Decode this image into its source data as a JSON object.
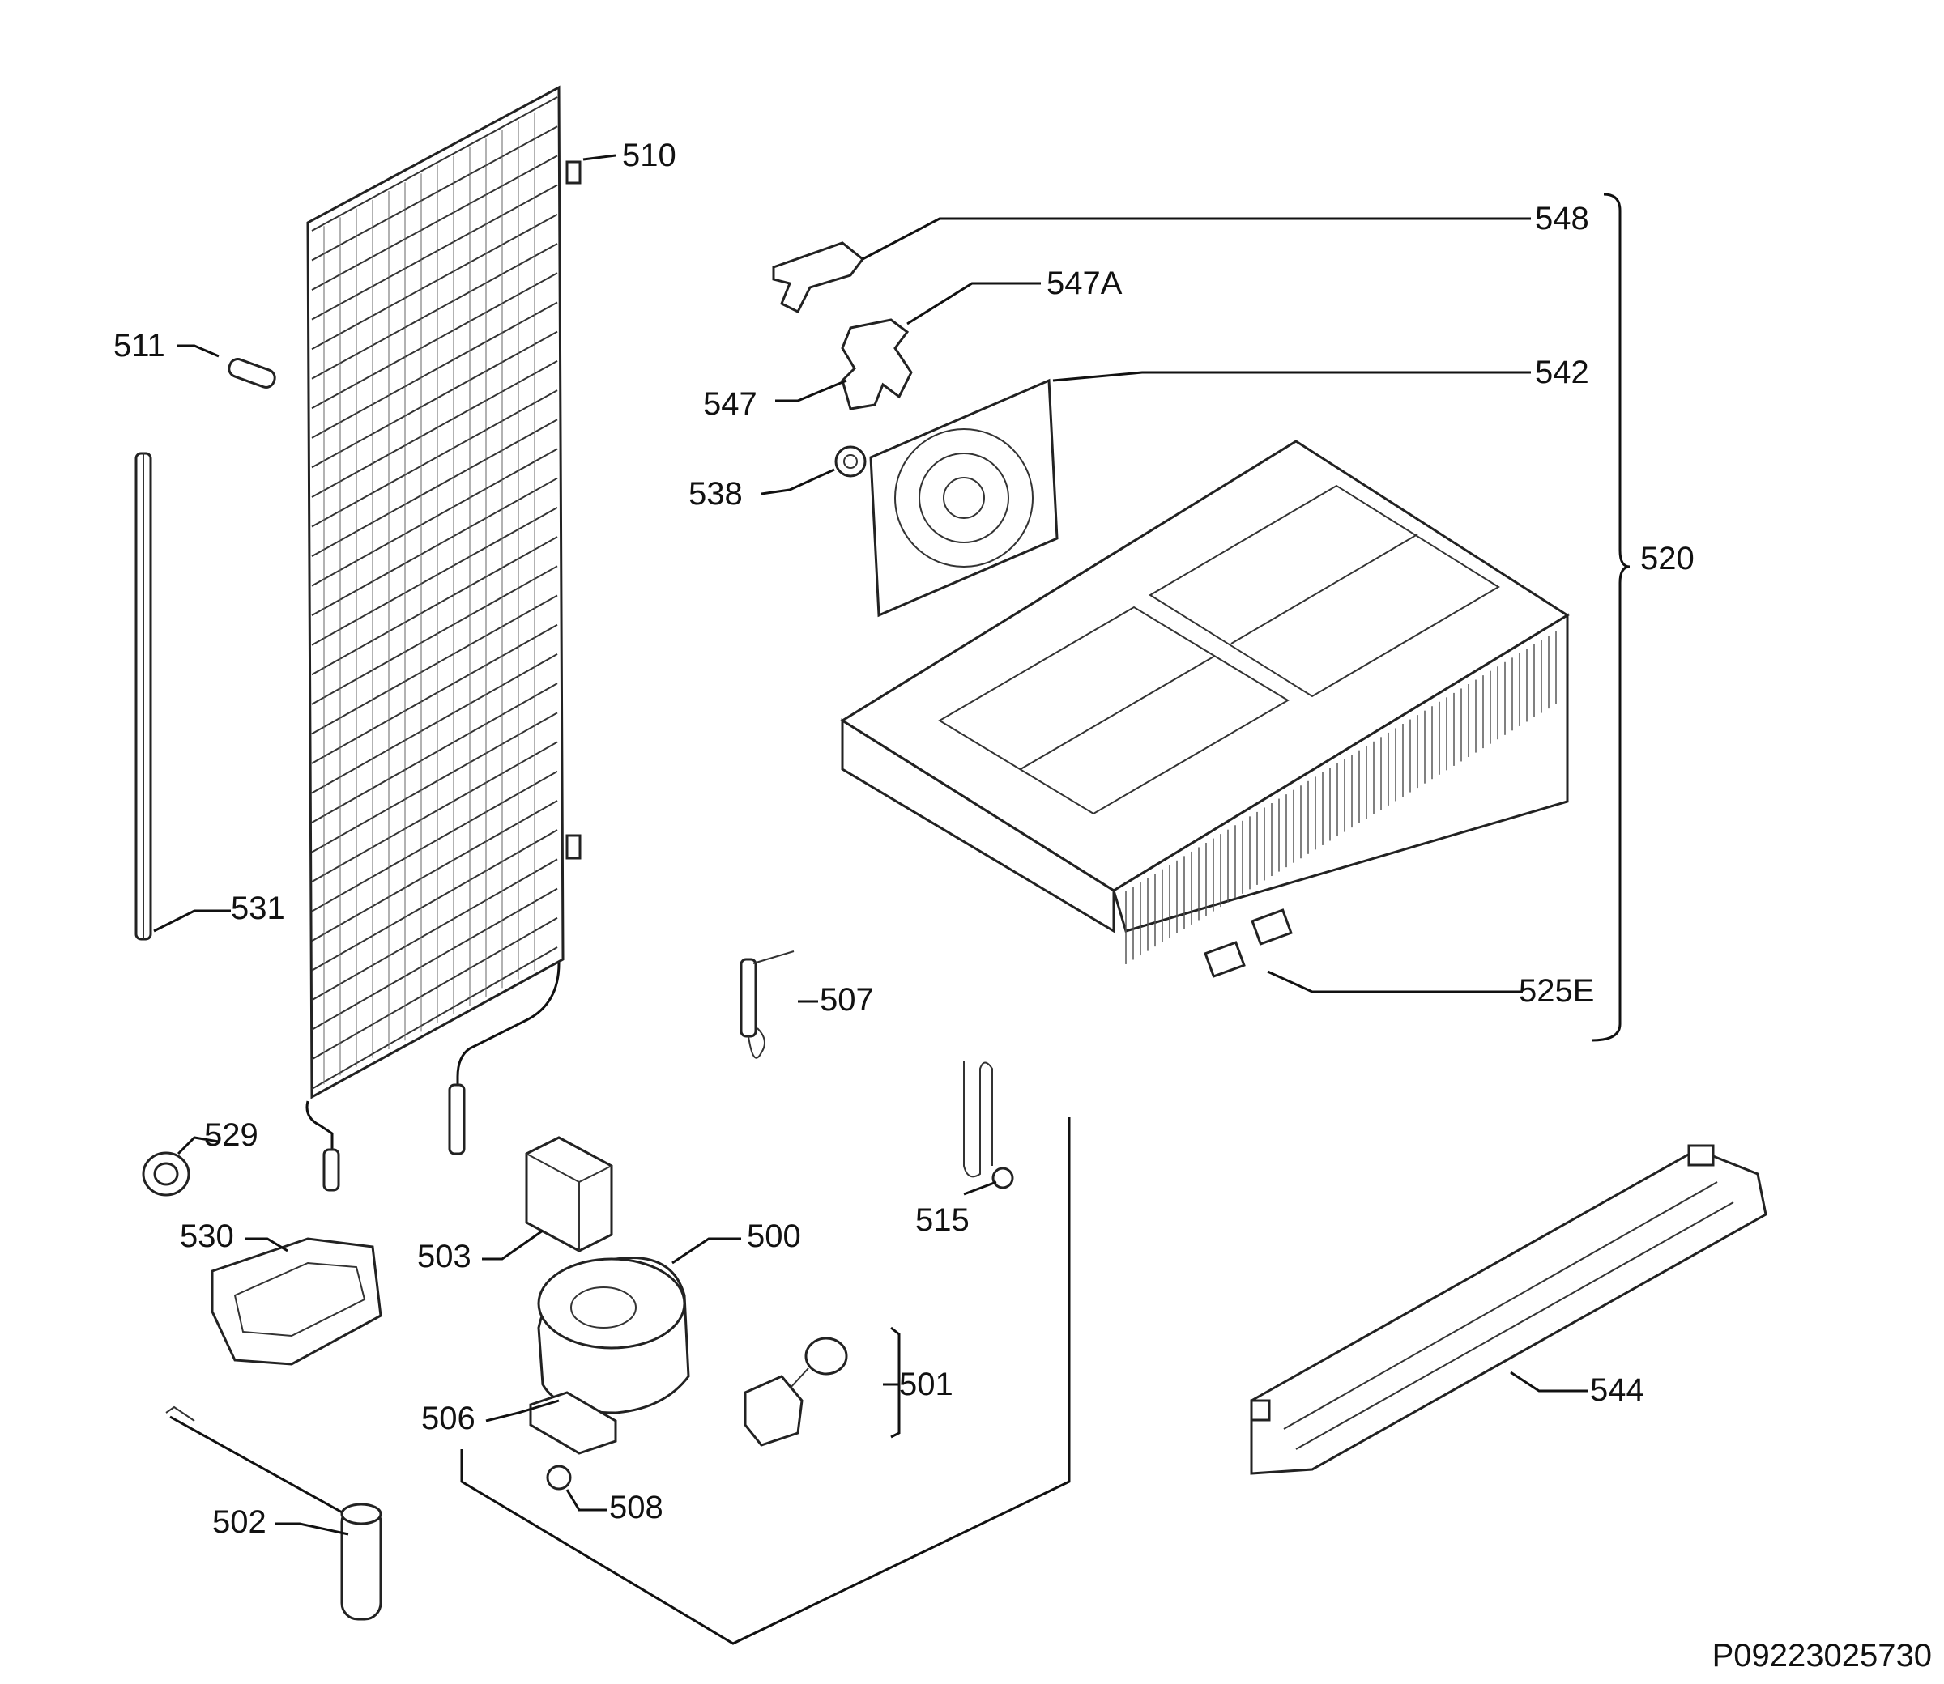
{
  "diagram": {
    "reference_code": "P09223025730",
    "labels": {
      "p500": "500",
      "p501": "501",
      "p502": "502",
      "p503": "503",
      "p506": "506",
      "p507": "507",
      "p508": "508",
      "p510": "510",
      "p511": "511",
      "p515": "515",
      "p520": "520",
      "p525E": "525E",
      "p529": "529",
      "p530": "530",
      "p531": "531",
      "p538": "538",
      "p542": "542",
      "p544": "544",
      "p547": "547",
      "p547A": "547A",
      "p548": "548"
    }
  }
}
